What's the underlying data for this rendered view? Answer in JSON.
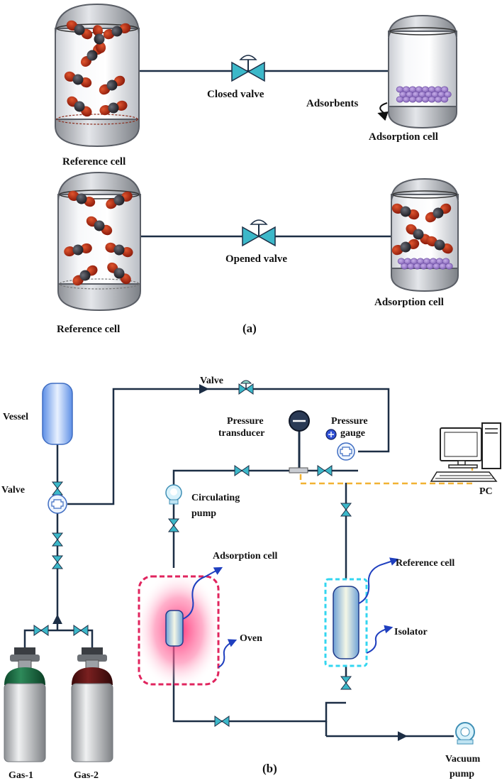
{
  "panel_a": {
    "label": "(a)",
    "closed_row": {
      "reference_cell_label": "Reference cell",
      "valve_label": "Closed valve",
      "adsorbents_label": "Adsorbents",
      "adsorption_cell_label": "Adsorption cell"
    },
    "opened_row": {
      "reference_cell_label": "Reference cell",
      "valve_label": "Opened valve",
      "adsorption_cell_label": "Adsorption cell"
    }
  },
  "panel_b": {
    "label": "(b)",
    "vessel_label": "Vessel",
    "vessel_valve_label": "Valve",
    "top_valve_label": "Valve",
    "pressure_transducer_label_1": "Pressure",
    "pressure_transducer_label_2": "transducer",
    "pressure_gauge_label_1": "Pressure",
    "pressure_gauge_label_2": "gauge",
    "pc_label": "PC",
    "circulating_pump_label_1": "Circulating",
    "circulating_pump_label_2": "pump",
    "adsorption_cell_label": "Adsorption cell",
    "oven_label": "Oven",
    "reference_cell_label": "Reference cell",
    "isolator_label": "Isolator",
    "gas1_label": "Gas-1",
    "gas2_label": "Gas-2",
    "vacuum_pump_label_1": "Vacuum",
    "vacuum_pump_label_2": "pump"
  },
  "colors": {
    "pipe": "#1c2e45",
    "valve": "#3cb8c9",
    "molecule_red": "#a3210f",
    "molecule_dark": "#2d2d33",
    "adsorbent": "#9a78c9",
    "oven_border": "#e0245e",
    "isolator_border": "#33d6f0",
    "data_line": "#f2b233",
    "arrow": "#1f3fbf"
  }
}
